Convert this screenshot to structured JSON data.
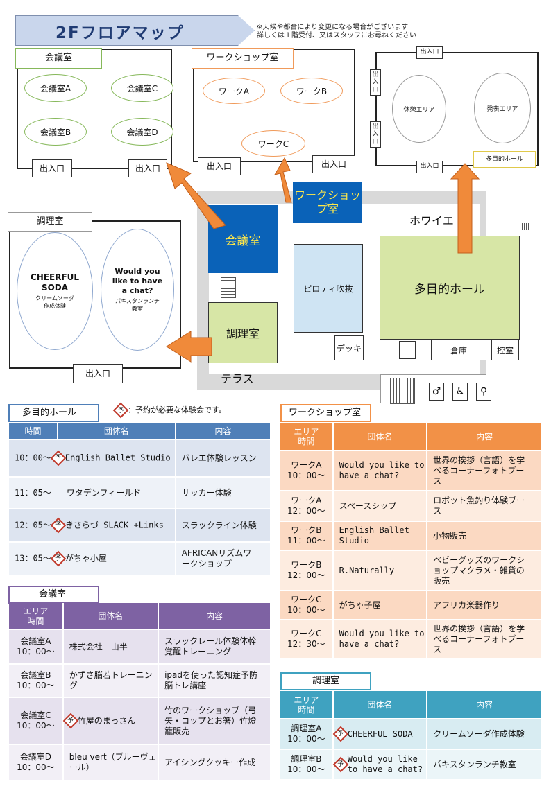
{
  "title": "2Fフロアマップ",
  "note": [
    "※天候や都合により変更になる場合がございます",
    "詳しくは１階受付、又はスタッフにお尋ねください"
  ],
  "reserve_mark": "予",
  "reserve_note": "：予約が必要な体験会です。",
  "rooms": {
    "meeting": {
      "label": "会議室",
      "booths": [
        "会議室A",
        "会議室C",
        "会議室B",
        "会議室D"
      ],
      "doors": [
        "出入口",
        "出入口"
      ]
    },
    "workshop": {
      "label": "ワークショップ室",
      "booths": [
        "ワークA",
        "ワークB",
        "ワークC"
      ],
      "doors": [
        "出入口",
        "出入口"
      ]
    },
    "hall": {
      "label": "多目的ホール",
      "areas": [
        "休憩エリア",
        "発表エリア"
      ],
      "doors_h": [
        "出入口",
        "出入口"
      ],
      "doors_v": [
        "出入口",
        "出入口"
      ]
    },
    "cooking": {
      "label": "調理室",
      "booth1": {
        "name": "CHEERFUL SODA",
        "sub": "クリームソーダ作成体験"
      },
      "booth2": {
        "name": "Would you like to have a chat?",
        "sub": "パキスタンランチ教室"
      },
      "door": "出入口"
    }
  },
  "plan": {
    "workshop": "ワークショップ室",
    "meeting": "会議室",
    "foyer": "ホワイエ",
    "pilotis": "ピロティ吹抜",
    "hall": "多目的ホール",
    "cooking": "調理室",
    "terrace": "テラス",
    "deck": "デッキ",
    "storage": "倉庫",
    "waiting": "控室"
  },
  "hall_table": {
    "tag": "多目的ホール",
    "headers": [
      "時間",
      "団体名",
      "内容"
    ],
    "rows": [
      {
        "time": "10：00～",
        "reserve": true,
        "group": "English Ballet Studio",
        "content": "バレエ体験レッスン"
      },
      {
        "time": "11：05～",
        "reserve": false,
        "group": "ワタデンフィールド",
        "content": "サッカー体験"
      },
      {
        "time": "12：05～",
        "reserve": true,
        "group": "きさらづ SLACK +Links",
        "content": "スラックライン体験"
      },
      {
        "time": "13：05～",
        "reserve": true,
        "group": "がちゃ小屋",
        "content": "AFRICANリズムワークショップ"
      }
    ]
  },
  "meeting_table": {
    "tag": "会議室",
    "headers": [
      "エリア時間",
      "団体名",
      "内容"
    ],
    "rows": [
      {
        "area": "会議室A",
        "time": "10：00～",
        "reserve": false,
        "group": "株式会社　山半",
        "content": "スラックレール体験体幹覚醒トレーニング"
      },
      {
        "area": "会議室B",
        "time": "10：00～",
        "reserve": false,
        "group": "かずさ脳若トレーニング",
        "content": "ipadを使った認知症予防脳トレ講座"
      },
      {
        "area": "会議室C",
        "time": "10：00～",
        "reserve": true,
        "group": "竹屋のまっさん",
        "content": "竹のワークショップ（弓矢・コップとお箸）竹燈籠販売"
      },
      {
        "area": "会議室D",
        "time": "10：00～",
        "reserve": false,
        "group": "bleu vert（ブルーヴェール）",
        "content": "アイシングクッキー作成"
      }
    ]
  },
  "workshop_table": {
    "tag": "ワークショップ室",
    "headers": [
      "エリア時間",
      "団体名",
      "内容"
    ],
    "rows": [
      {
        "area": "ワークA",
        "time": "10：00～",
        "group": "Would you like to have a chat?",
        "content": "世界の挨拶（言語）を学べるコーナーフォトブース"
      },
      {
        "area": "ワークA",
        "time": "12：00～",
        "group": "スペースシップ",
        "content": "ロボット魚釣り体験ブース"
      },
      {
        "area": "ワークB",
        "time": "11：00～",
        "group": "English Ballet Studio",
        "content": "小物販売"
      },
      {
        "area": "ワークB",
        "time": "12：00～",
        "group": "R.Naturally",
        "content": "ベビーグッズのワークショップマクラメ・雑貨の販売"
      },
      {
        "area": "ワークC",
        "time": "10：00～",
        "group": "がちゃ子屋",
        "content": "アフリカ楽器作り"
      },
      {
        "area": "ワークC",
        "time": "12：30～",
        "group": "Would you like to have a chat?",
        "content": "世界の挨拶（言語）を学べるコーナーフォトブース"
      }
    ]
  },
  "cooking_table": {
    "tag": "調理室",
    "headers": [
      "エリア時間",
      "団体名",
      "内容"
    ],
    "rows": [
      {
        "area": "調理室A",
        "time": "10：00～",
        "reserve": true,
        "group": "CHEERFUL SODA",
        "content": "クリームソーダ作成体験"
      },
      {
        "area": "調理室B",
        "time": "10：00～",
        "reserve": true,
        "group": "Would you like to have a chat?",
        "content": "パキスタンランチ教室"
      }
    ]
  },
  "colors": {
    "hall_header": "#4f7fb8",
    "hall_row_a": "#dde4f0",
    "hall_row_b": "#eef2f8",
    "meeting_header": "#7e62a3",
    "meeting_row_a": "#e6e1ee",
    "meeting_row_b": "#f2eff6",
    "workshop_header": "#f29147",
    "workshop_row_a": "#fbd9c2",
    "workshop_row_b": "#fdece0",
    "cooking_header": "#3fa2c0",
    "cooking_row_a": "#d8ecf2",
    "cooking_row_b": "#ebf5f8",
    "plan_blue": "#0a62b8",
    "plan_green": "#d7e6a6",
    "plan_lightblue": "#cfe4f3",
    "arrow": "#f08a3a"
  }
}
